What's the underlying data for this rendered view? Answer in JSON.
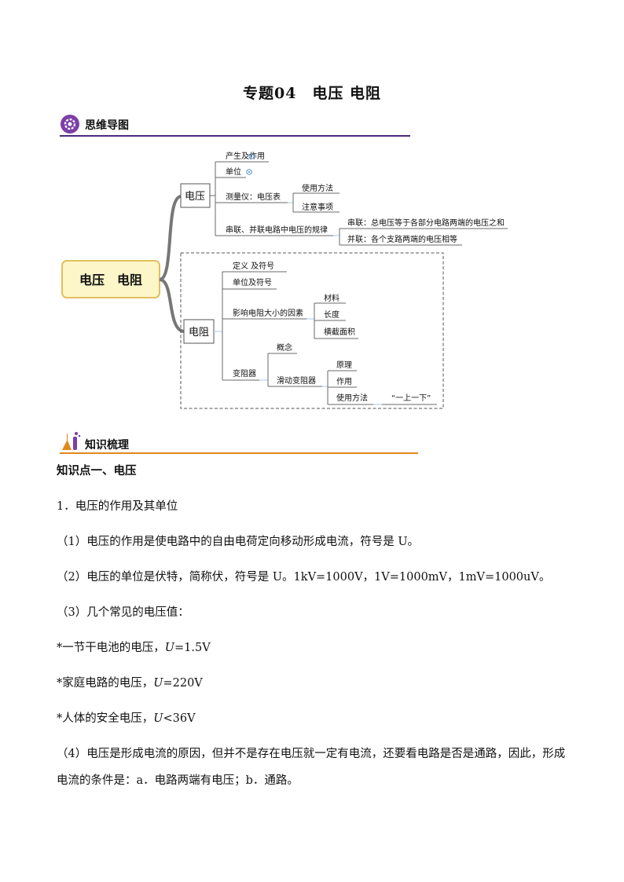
{
  "title": "专题04　电压  电阻",
  "section_mindmap": "思维导图",
  "section_knowledge": "知识梳理",
  "mindmap": {
    "root": "电压　电阻",
    "voltage": {
      "label": "电压",
      "items": {
        "origin": "产生及作用",
        "unit": "单位",
        "meter": "测量仪：电压表",
        "meter_use": "使用方法",
        "meter_note": "注意事项",
        "rule": "串联、并联电路中电压的规律",
        "rule_series": "串联：总电压等于各部分电路两端的电压之和",
        "rule_parallel": "并联：各个支路两端的电压相等"
      }
    },
    "resistance": {
      "label": "电阻",
      "items": {
        "def": "定义 及符号",
        "unit": "单位及符号",
        "factors": "影响电阻大小的因素",
        "material": "材料",
        "length": "长度",
        "area": "横截面积",
        "rheostat": "变阻器",
        "concept": "概念",
        "slide": "滑动变阻器",
        "principle": "原理",
        "function": "作用",
        "method": "使用方法",
        "method_note": "“一上一下”"
      }
    }
  },
  "content": {
    "point1": "知识点一、电压",
    "h1": "1．电压的作用及其单位",
    "p1": "（1）电压的作用是使电路中的自由电荷定向移动形成电流，符号是 U。",
    "p2": "（2）电压的单位是伏特，简称伏，符号是 U。1kV=1000V，1V=1000mV，1mV=1000uV。",
    "p3": "（3）几个常见的电压值：",
    "v1_pre": "*一节干电池的电压，",
    "v1_var": "U",
    "v1_val": "=1.5V",
    "v2_pre": "*家庭电路的电压，",
    "v2_var": "U",
    "v2_val": "=220V",
    "v3_pre": "*人体的安全电压，",
    "v3_var": "U",
    "v3_val": "<36V",
    "p4": "（4）电压是形成电流的原因，但并不是存在电压就一定有电流，还要看电路是否是通路，因此，形成电流的条件是：a．电路两端有电压；b．通路。"
  },
  "colors": {
    "mindmap_rule": "#4b2a7a",
    "knowledge_rule": "#e08a1c",
    "root_fill": "#fdf6c8",
    "root_border": "#e0c060",
    "icon_purple": "#7b3fa6"
  }
}
